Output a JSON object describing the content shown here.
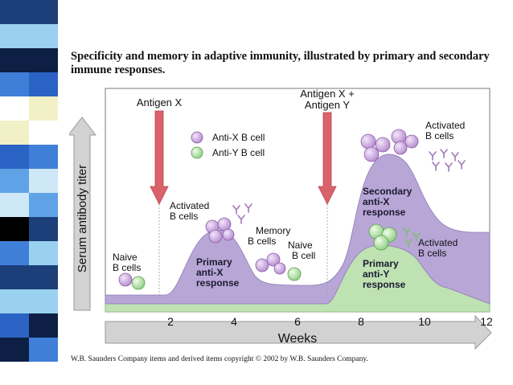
{
  "slide": {
    "title": "Specificity and memory in adaptive immunity, illustrated by primary and secondary immune responses.",
    "copyright": "W.B. Saunders Company items and derived items copyright © 2002 by W.B. Saunders Company.",
    "sidebar_colors": [
      "#1c3f7a",
      "#3f7fd8",
      "#9ad0f0",
      "#f2f0c6",
      "#0d1f44",
      "#5fa3e6",
      "#ffffff",
      "#000000",
      "#2a63c4",
      "#cfe8f7"
    ]
  },
  "diagram": {
    "ylabel": "Serum antibody titer",
    "xlabel": "Weeks",
    "xticks": [
      "2",
      "4",
      "6",
      "8",
      "10",
      "12"
    ],
    "antigen1": "Antigen X",
    "antigen2_line1": "Antigen X +",
    "antigen2_line2": "Antigen Y",
    "legend": [
      {
        "label": "Anti-X B cell",
        "color": "#c69cd6"
      },
      {
        "label": "Anti-Y B cell",
        "color": "#9edc94"
      }
    ],
    "labels": {
      "naive_1": "Naive",
      "naive_2": "B cells",
      "activated_1": "Activated",
      "activated_2": "B cells",
      "memory_1": "Memory",
      "memory_2": "B cells",
      "naive_bcell_1": "Naive",
      "naive_bcell_2": "B cell",
      "primary_x_1": "Primary",
      "primary_x_2": "anti-X",
      "primary_x_3": "response",
      "activated_top_1": "Activated",
      "activated_top_2": "B cells",
      "secondary_1": "Secondary",
      "secondary_2": "anti-X",
      "secondary_3": "response",
      "activated_y_1": "Activated",
      "activated_y_2": "B cells",
      "primary_y_1": "Primary",
      "primary_y_2": "anti-Y",
      "primary_y_3": "response"
    },
    "colors": {
      "purple_fill": "#b8a6d6",
      "green_fill": "#bfe2b3",
      "arrow_red": "#d9626b",
      "axis_gray": "#d2d2d2"
    }
  }
}
